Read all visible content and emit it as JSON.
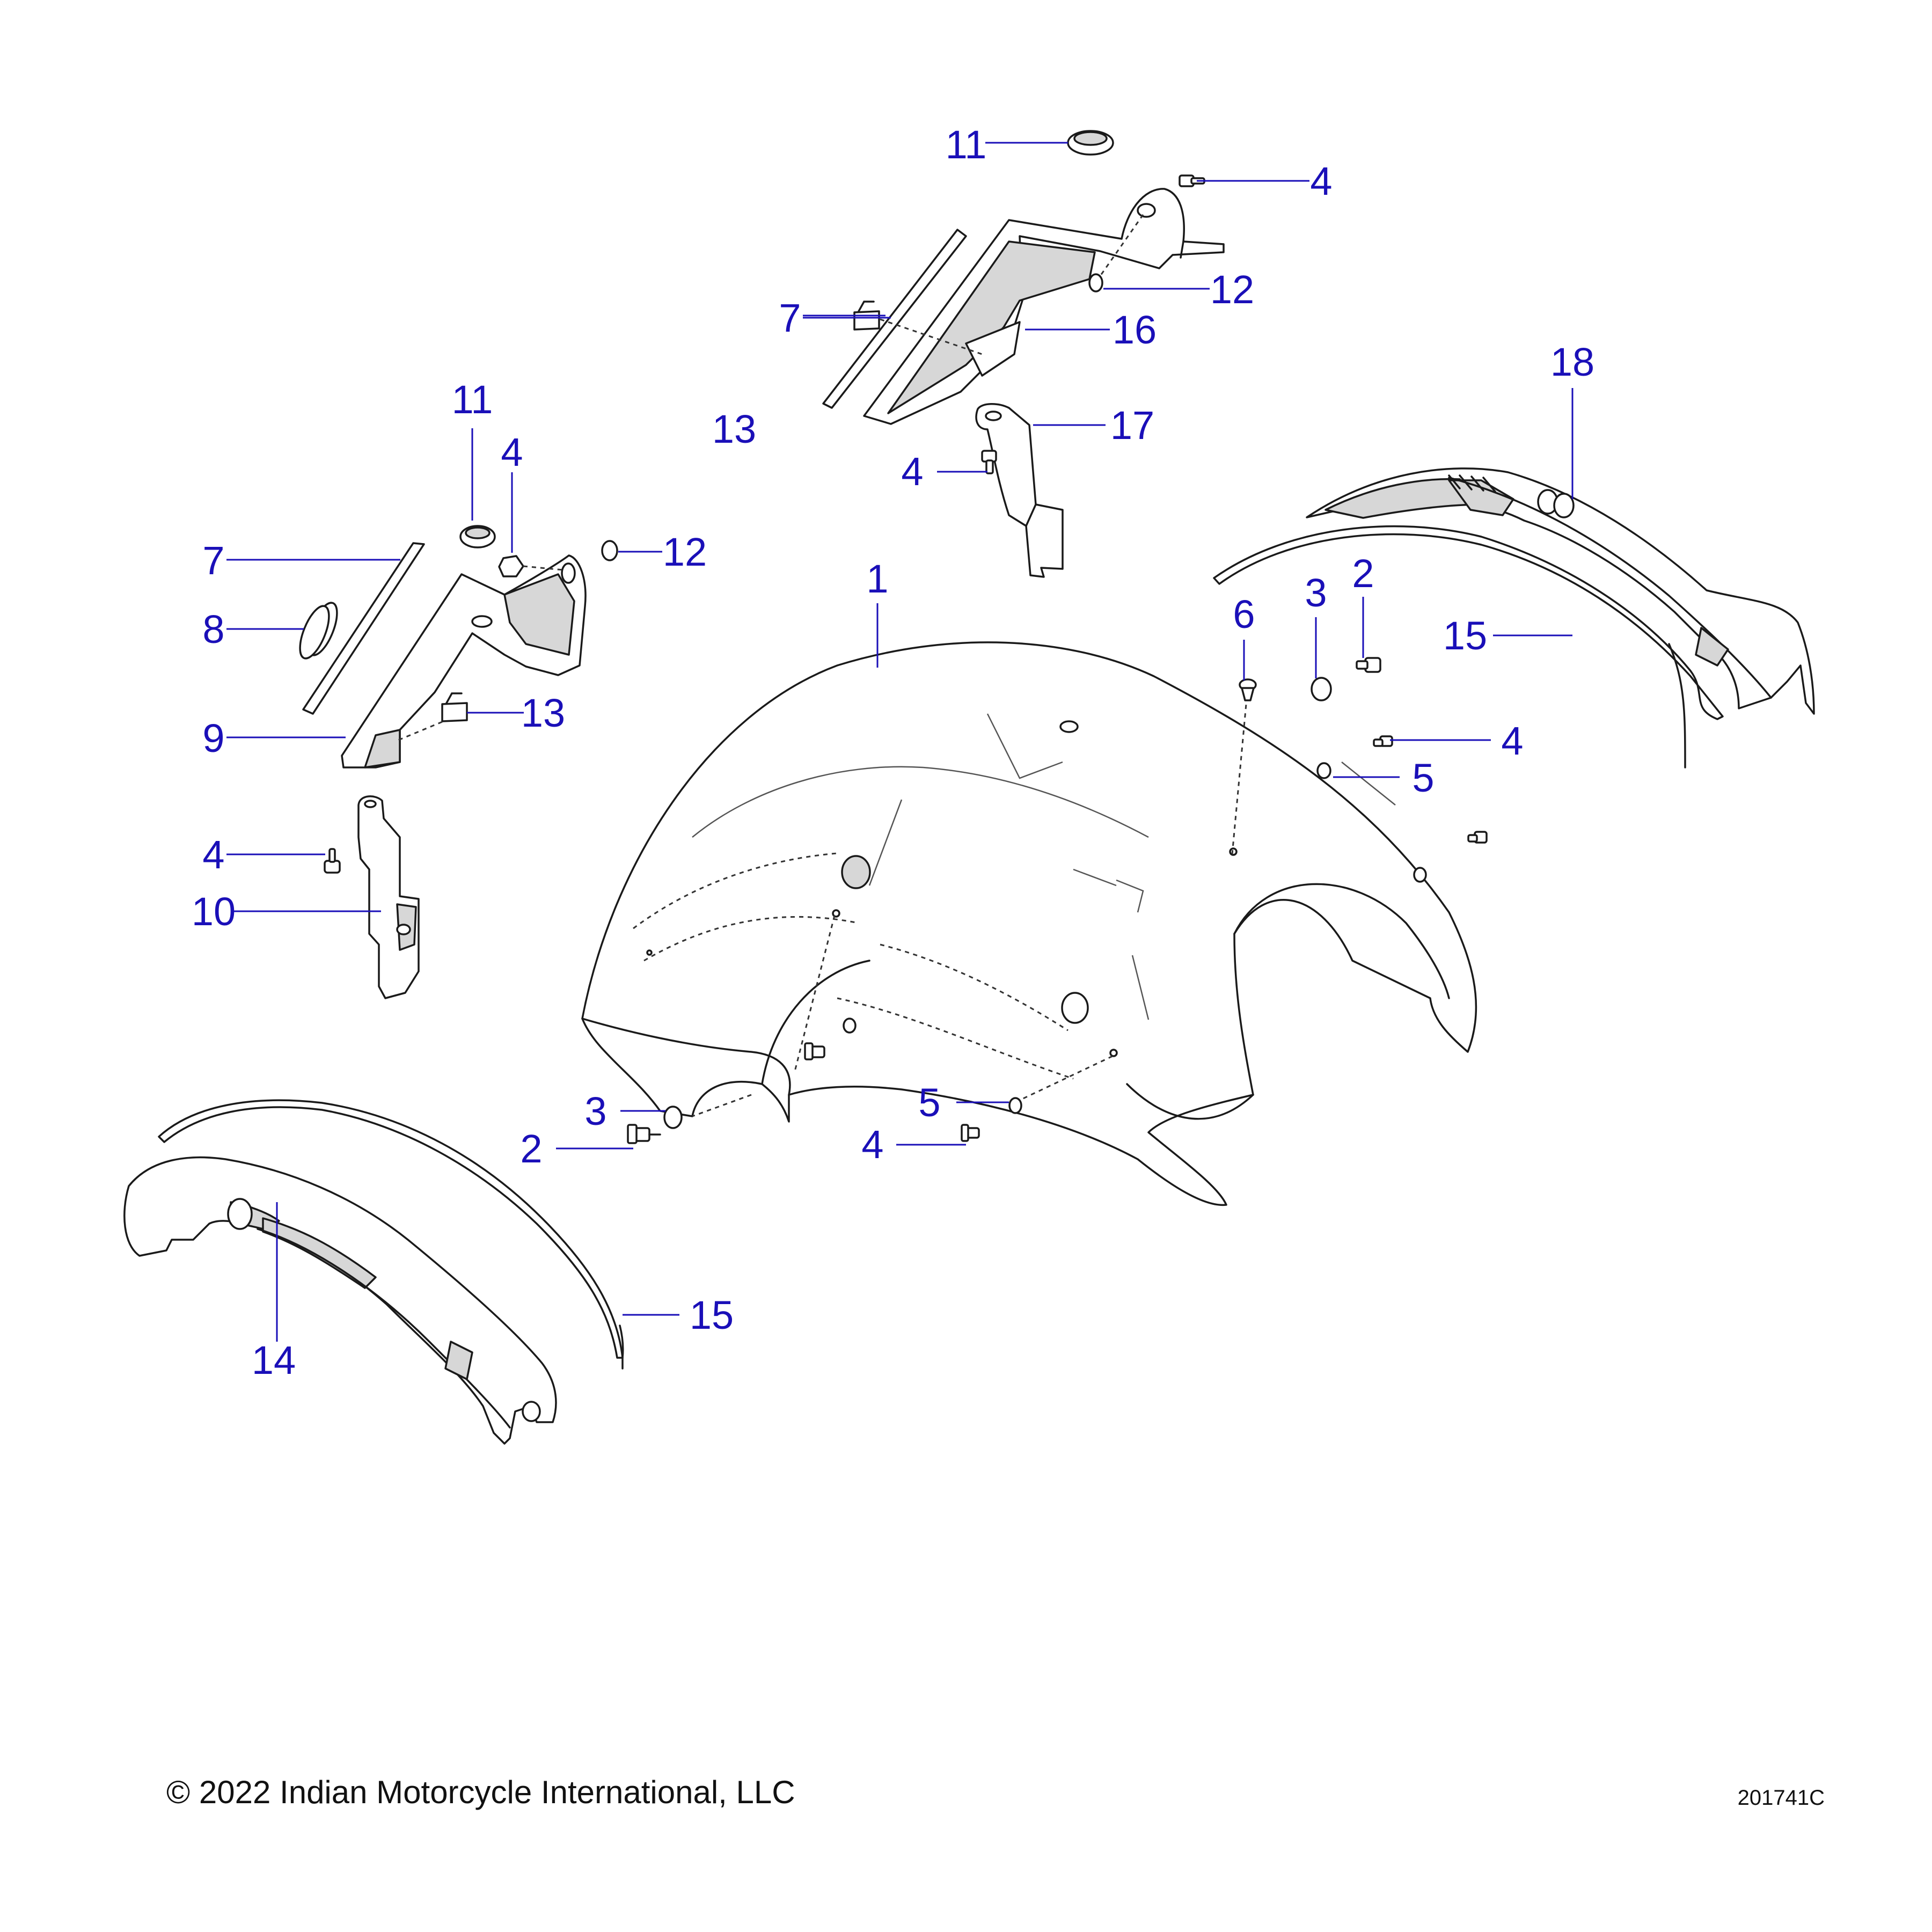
{
  "callouts": {
    "c1": "1",
    "c2a": "2",
    "c2b": "2",
    "c3a": "3",
    "c3b": "3",
    "c4a": "4",
    "c4b": "4",
    "c4c": "4",
    "c4d": "4",
    "c4e": "4",
    "c4f": "4",
    "c5a": "5",
    "c5b": "5",
    "c6": "6",
    "c7a": "7",
    "c7b": "7",
    "c8": "8",
    "c9": "9",
    "c10": "10",
    "c11a": "11",
    "c11b": "11",
    "c12a": "12",
    "c12b": "12",
    "c13a": "13",
    "c13b": "13",
    "c14": "14",
    "c15a": "15",
    "c15b": "15",
    "c16": "16",
    "c17": "17",
    "c18": "18"
  },
  "footer": {
    "copyright": "© 2022 Indian Motorcycle International, LLC",
    "drawing_number": "201741C"
  },
  "colors": {
    "callout": "#1a0fb8",
    "line": "#1a1a1a",
    "background": "#ffffff"
  }
}
